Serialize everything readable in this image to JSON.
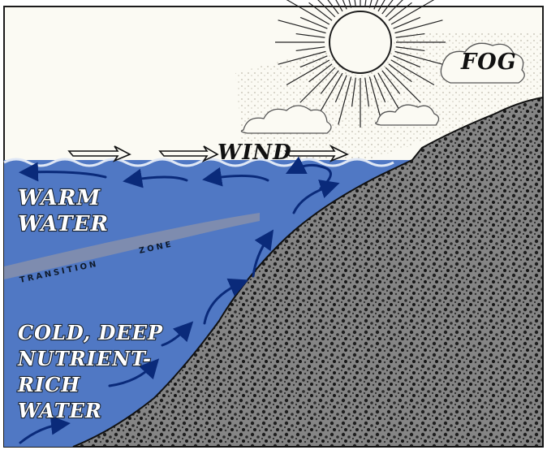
{
  "labels": {
    "fog": "FOG",
    "wind": "WIND",
    "warm_water": [
      "WARM",
      "WATER"
    ],
    "transition_zone": [
      "TRANSITION",
      "ZONE"
    ],
    "cold_water": [
      "COLD, DEEP",
      "NUTRIENT-",
      "RICH",
      "WATER"
    ]
  },
  "colors": {
    "ocean": "#5078c4",
    "ocean_dark": "#3d62ad",
    "sky": "#fbfaf3",
    "land": "#6f6f6f",
    "arrow": "#0a2a7a"
  },
  "icons": {
    "sun": "sun-icon",
    "cloud": "cloud-icon",
    "wind_arrow": "wind-arrow-icon",
    "current_arrow": "current-arrow-icon"
  }
}
